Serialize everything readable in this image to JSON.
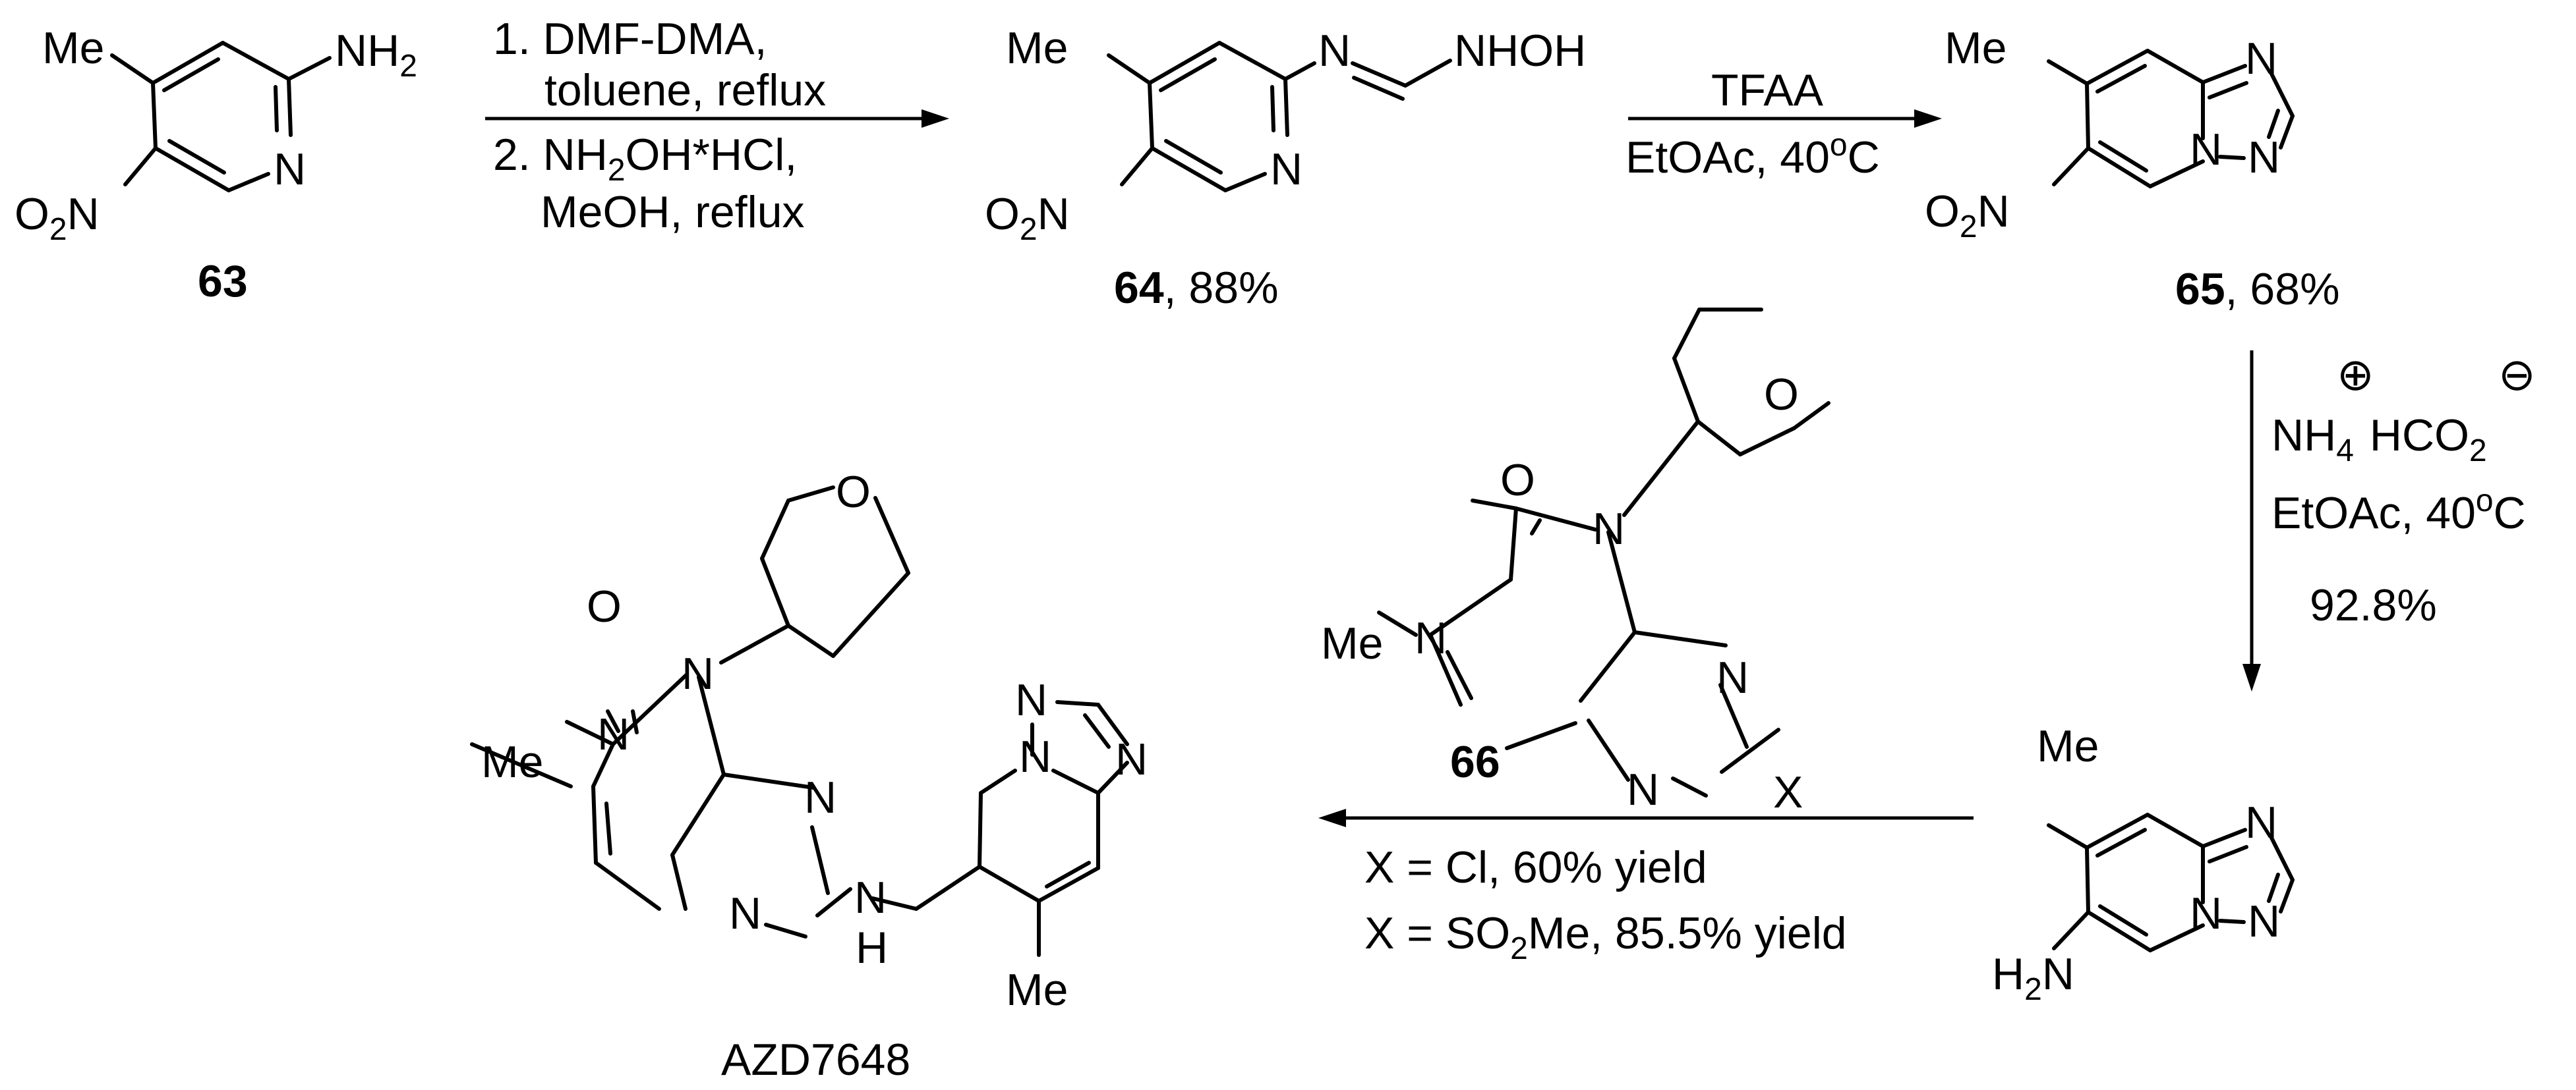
{
  "compounds": {
    "c63": {
      "label": "63",
      "me": "Me",
      "n_ring": "N",
      "nh": "NH",
      "nh_sub": "2",
      "o": "O",
      "o_sub": "2",
      "n_nitro": "N"
    },
    "c64": {
      "label": "64",
      "yield": ", 88%",
      "me": "Me",
      "n_ring": "N",
      "n_imine": "N",
      "nhoh": "NHOH",
      "o": "O",
      "o_sub": "2",
      "n_nitro": "N"
    },
    "c65": {
      "label": "65",
      "yield": ", 68%",
      "me": "Me",
      "n_top": "N",
      "n_bridge": "N",
      "n_right": "N",
      "o": "O",
      "o_sub": "2",
      "n_nitro": "N"
    },
    "c_amine": {
      "me": "Me",
      "n_top": "N",
      "n_bridge": "N",
      "n_right": "N",
      "h": "H",
      "h_sub": "2",
      "n_amine": "N"
    },
    "c66": {
      "label": "66",
      "o_carbonyl": "O",
      "o_thp": "O",
      "n9": "N",
      "n7": "N",
      "me": "Me",
      "n3": "N",
      "n1": "N",
      "x": "X"
    },
    "azd": {
      "label": "AZD7648",
      "o_carbonyl": "O",
      "o_thp": "O",
      "n9": "N",
      "n7": "N",
      "me": "Me",
      "n3": "N",
      "n1": "N",
      "nh_n": "N",
      "nh_h": "H",
      "tz_n1": "N",
      "tz_n2": "N",
      "tz_n3": "N",
      "me2": "Me"
    }
  },
  "conditions": {
    "step1": {
      "line1": "1. DMF-DMA,",
      "line2": "toluene, reflux",
      "line3_a": "2. NH",
      "line3_sub": "2",
      "line3_b": "OH*HCl,",
      "line4": "MeOH, reflux"
    },
    "step2": {
      "above": "TFAA",
      "below_a": "EtOAc, 40",
      "below_sup": "o",
      "below_b": "C"
    },
    "step3": {
      "plus": "⊕",
      "minus": "⊖",
      "reagent_nh": "NH",
      "reagent_nh_sub": "4",
      "reagent_hco": "HCO",
      "reagent_hco_sub": "2",
      "solvent_a": "EtOAc, 40",
      "solvent_sup": "o",
      "solvent_b": "C",
      "yield": "92.8%"
    },
    "step4": {
      "line1": "X = Cl, 60% yield",
      "line2_a": "X = SO",
      "line2_sub": "2",
      "line2_b": "Me, 85.5% yield"
    }
  }
}
